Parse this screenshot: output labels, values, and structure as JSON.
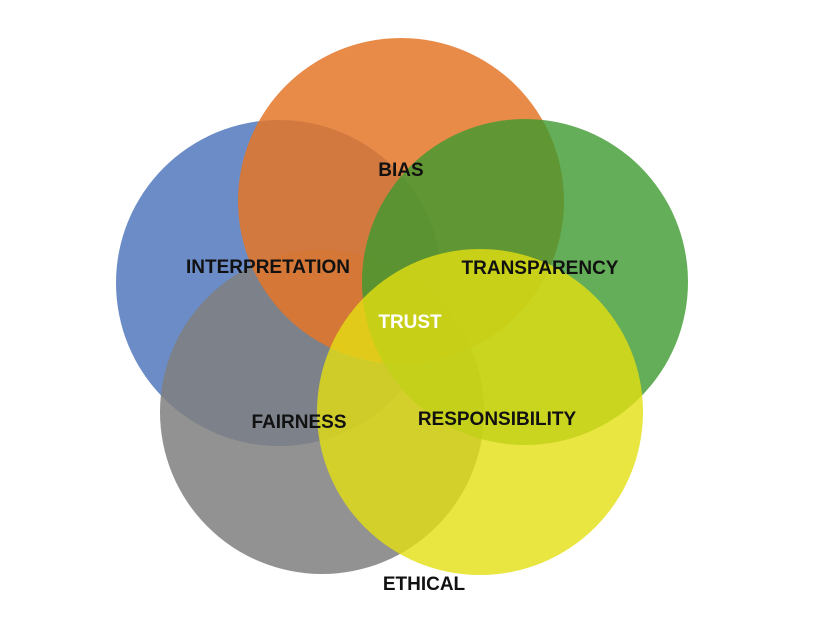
{
  "diagram": {
    "circles": [
      {
        "id": "interpretation",
        "label": "INTERPRETATION",
        "color": "#5b7fc0"
      },
      {
        "id": "fairness",
        "label": "FAIRNESS",
        "color": "#7f7f7f"
      },
      {
        "id": "bias",
        "label": "BIAS",
        "color": "#e47628"
      },
      {
        "id": "transparency",
        "label": "TRANSPARENCY",
        "color": "#3d9a2f"
      },
      {
        "id": "responsibility",
        "label": "RESPONSIBILITY",
        "color": "#e3df12"
      }
    ],
    "center_label": "TRUST",
    "bottom_label": "ETHICAL"
  }
}
